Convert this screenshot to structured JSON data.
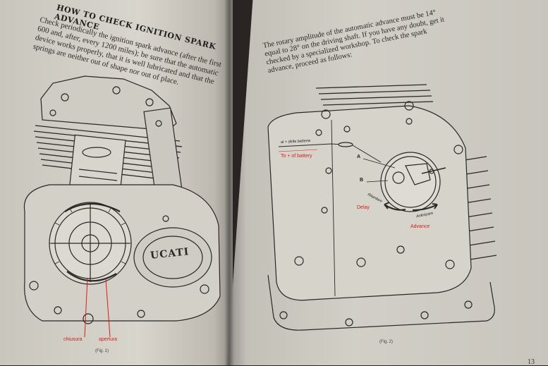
{
  "left_page": {
    "heading": "HOW TO CHECK IGNITION SPARK ADVANCE",
    "paragraph": "Check periodically the ignition spark advance (after the first 600 and, after, every 1200 miles); be sure that the automatic device works properly, that it is well lubricated and that the springs are neither out of shape nor out of place.",
    "figure": {
      "brand": "UCATI",
      "labels": [
        "chiusura",
        "apertura"
      ],
      "caption": "(Fig. 1)"
    }
  },
  "right_page": {
    "paragraph": "The rotary amplitude of the automatic advance must be 14° equal to 28° on the driving shaft. If you have any doubt, get it checked by a specialized workshop. To check the spark advance, proceed as follows:",
    "figure": {
      "wire_label_it": "al + della batteria",
      "wire_label_en": "To + of battery",
      "marker_a": "A",
      "marker_b": "B",
      "delay_it": "Ritardare",
      "delay_en": "Delay",
      "advance_it": "Anticipare",
      "advance_en": "Advance",
      "caption": "(Fig. 2)"
    },
    "page_number": "13"
  },
  "colors": {
    "paper": "#d2cfc7",
    "ink": "#2b2825",
    "accent_red": "#d21e1e",
    "background": "#2a2522"
  }
}
